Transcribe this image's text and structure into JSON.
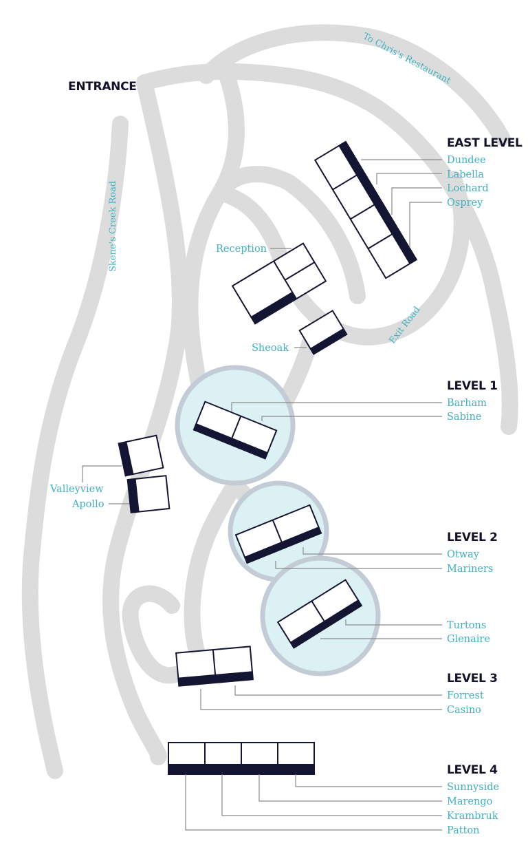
{
  "map": {
    "entrance": "ENTRANCE",
    "roads": {
      "skenes_creek": "Skene's Creek Road",
      "chris_restaurant": "To Chris's Restaurant",
      "exit": "Exit Road"
    },
    "east_level": {
      "title": "EAST LEVEL",
      "rooms": [
        "Dundee",
        "Labella",
        "Lochard",
        "Osprey"
      ]
    },
    "reception": "Reception",
    "sheoak": "Sheoak",
    "valleyview": "Valleyview",
    "apollo": "Apollo",
    "level1": {
      "title": "LEVEL 1",
      "rooms": [
        "Barham",
        "Sabine"
      ]
    },
    "level2": {
      "title": "LEVEL 2",
      "rooms": [
        "Otway",
        "Mariners",
        "Turtons",
        "Glenaire"
      ]
    },
    "level3": {
      "title": "LEVEL 3",
      "rooms": [
        "Forrest",
        "Casino"
      ]
    },
    "level4": {
      "title": "LEVEL 4",
      "rooms": [
        "Sunnyside",
        "Marengo",
        "Krambruk",
        "Patton"
      ]
    },
    "colors": {
      "road": "#dcdcdc",
      "building": "#141532",
      "label": "#3fb1c0",
      "highlight": "#dcf1f3"
    }
  }
}
